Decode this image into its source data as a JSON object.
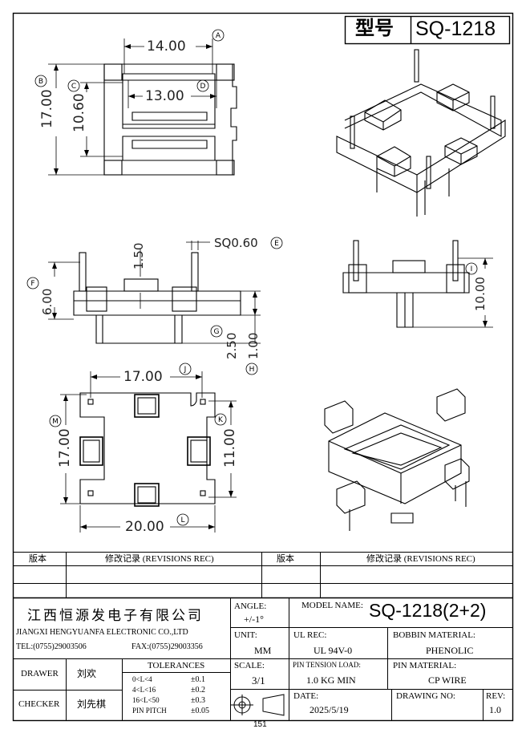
{
  "header": {
    "model_label": "型号",
    "model_value": "SQ-1218"
  },
  "dims": {
    "top_14": "14.00",
    "top_13": "13.00",
    "top_17": "17.00",
    "top_1060": "10.60",
    "side_150": "1.50",
    "side_sq": "SQ0.60",
    "side_600": "6.00",
    "side_250": "2.50",
    "side_100": "1.00",
    "end_1000": "10.00",
    "bot_17w": "17.00",
    "bot_17h": "17.00",
    "bot_11": "11.00",
    "bot_20": "20.00"
  },
  "callouts": [
    "A",
    "B",
    "C",
    "D",
    "E",
    "F",
    "G",
    "H",
    "I",
    "J",
    "K",
    "L",
    "M"
  ],
  "revisions": {
    "ver_label": "版本",
    "rec_label": "修改记录 (REVISIONS REC)"
  },
  "company": {
    "name_cn": "江西恒源发电子有限公司",
    "name_en": "JIANGXI HENGYUANFA ELECTRONIC CO.,LTD",
    "tel": "TEL:(0755)29003506",
    "fax": "FAX:(0755)29003356"
  },
  "people": {
    "drawer_label": "DRAWER",
    "drawer_name": "刘欢",
    "checker_label": "CHECKER",
    "checker_name": "刘先棋"
  },
  "tolerances": {
    "title": "TOLERANCES",
    "rows": [
      {
        "range": "0<L<4",
        "val": "±0.1"
      },
      {
        "range": "4<L<16",
        "val": "±0.2"
      },
      {
        "range": "16<L<50",
        "val": "±0.3"
      },
      {
        "range": "PIN PITCH",
        "val": "±0.05"
      }
    ]
  },
  "fields": {
    "angle_label": "ANGLE:",
    "angle_value": "+/-1°",
    "unit_label": "UNIT:",
    "unit_value": "MM",
    "scale_label": "SCALE:",
    "scale_value": "3/1",
    "model_name_label": "MODEL NAME:",
    "model_name_value": "SQ-1218(2+2)",
    "ul_label": "UL REC:",
    "ul_value": "UL 94V-0",
    "bobbin_label": "BOBBIN MATERIAL:",
    "bobbin_value": "PHENOLIC",
    "tension_label": "PIN TENSION LOAD:",
    "tension_value": "1.0 KG MIN",
    "pin_label": "PIN MATERIAL:",
    "pin_value": "CP WIRE",
    "date_label": "DATE:",
    "date_value": "2025/5/19",
    "drawing_label": "DRAWING NO:",
    "rev_label": "REV:",
    "rev_value": "1.0"
  },
  "footer": {
    "page": "151"
  }
}
